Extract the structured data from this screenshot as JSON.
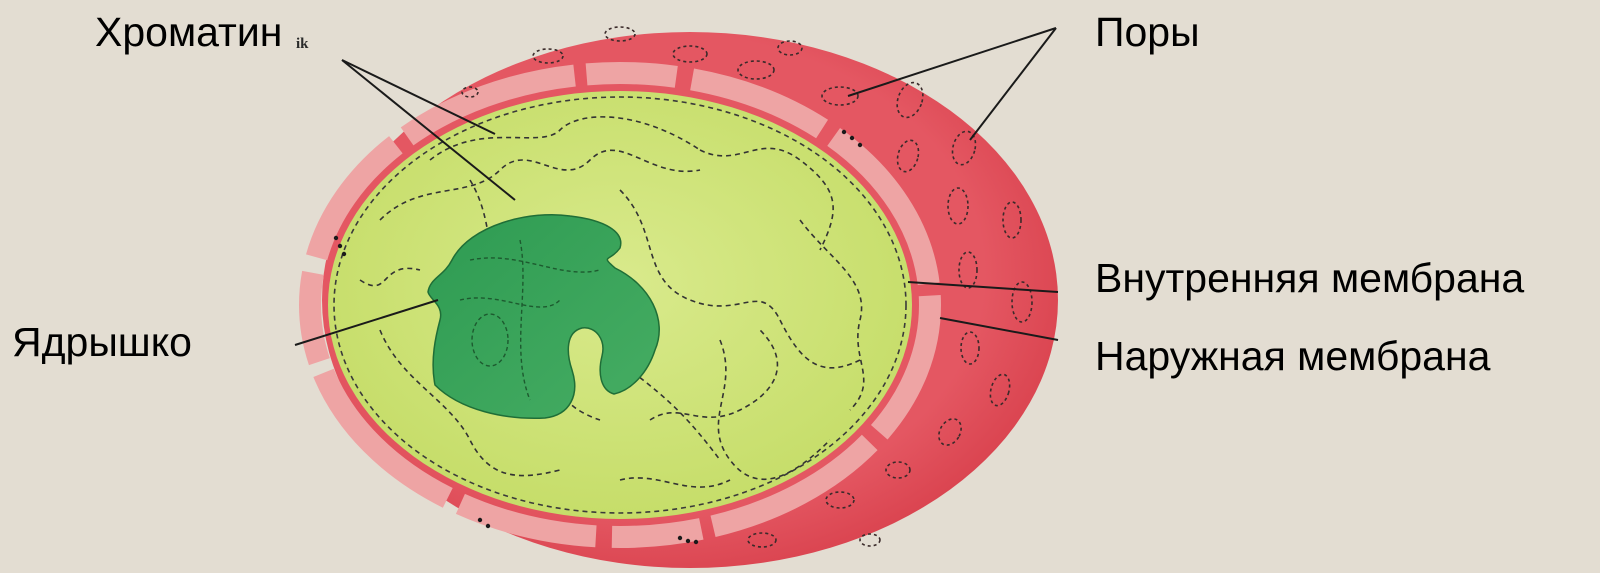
{
  "labels": {
    "chromatin": "Хроматин",
    "pores": "Поры",
    "inner_membrane": "Внутренняя мембрана",
    "outer_membrane": "Наружная мембрана",
    "nucleolus": "Ядрышко"
  },
  "tiny_mark": "ik",
  "colors": {
    "background": "#e3ddd2",
    "envelope": "#e2515c",
    "membrane_band": "#eea2a2",
    "nucleoplasm": "#cfe276",
    "nucleoplasm_light": "#d8e98a",
    "nucleolus": "#3aa35a",
    "leader_line": "#1a1a1a"
  }
}
